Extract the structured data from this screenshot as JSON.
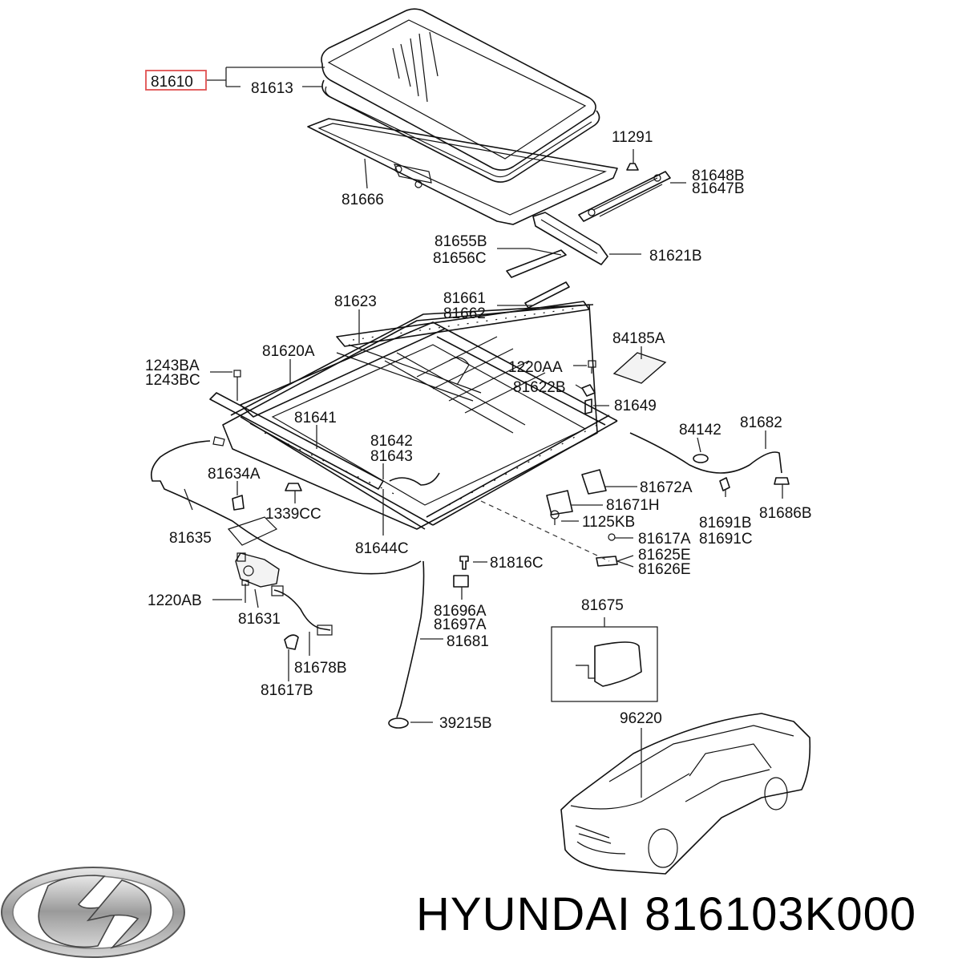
{
  "diagram": {
    "highlighted_part": "81610",
    "labels": [
      {
        "id": "81610",
        "text": "81610"
      },
      {
        "id": "81613",
        "text": "81613"
      },
      {
        "id": "11291",
        "text": "11291"
      },
      {
        "id": "81648B",
        "text": "81648B"
      },
      {
        "id": "81647B",
        "text": "81647B"
      },
      {
        "id": "81666",
        "text": "81666"
      },
      {
        "id": "81655B",
        "text": "81655B"
      },
      {
        "id": "81656C",
        "text": "81656C"
      },
      {
        "id": "81621B",
        "text": "81621B"
      },
      {
        "id": "81623",
        "text": "81623"
      },
      {
        "id": "81661",
        "text": "81661"
      },
      {
        "id": "81662",
        "text": "81662"
      },
      {
        "id": "84185A",
        "text": "84185A"
      },
      {
        "id": "81620A",
        "text": "81620A"
      },
      {
        "id": "1243BA",
        "text": "1243BA"
      },
      {
        "id": "1243BC",
        "text": "1243BC"
      },
      {
        "id": "1220AA",
        "text": "1220AA"
      },
      {
        "id": "81622B",
        "text": "81622B"
      },
      {
        "id": "81649",
        "text": "81649"
      },
      {
        "id": "81641",
        "text": "81641"
      },
      {
        "id": "84142",
        "text": "84142"
      },
      {
        "id": "81682",
        "text": "81682"
      },
      {
        "id": "81642",
        "text": "81642"
      },
      {
        "id": "81643",
        "text": "81643"
      },
      {
        "id": "81634A",
        "text": "81634A"
      },
      {
        "id": "81672A",
        "text": "81672A"
      },
      {
        "id": "1339CC",
        "text": "1339CC"
      },
      {
        "id": "81671H",
        "text": "81671H"
      },
      {
        "id": "81691B",
        "text": "81691B"
      },
      {
        "id": "81686B",
        "text": "81686B"
      },
      {
        "id": "81635",
        "text": "81635"
      },
      {
        "id": "1125KB",
        "text": "1125KB"
      },
      {
        "id": "81644C",
        "text": "81644C"
      },
      {
        "id": "81617A",
        "text": "81617A"
      },
      {
        "id": "81691C",
        "text": "81691C"
      },
      {
        "id": "81625E",
        "text": "81625E"
      },
      {
        "id": "81816C",
        "text": "81816C"
      },
      {
        "id": "81626E",
        "text": "81626E"
      },
      {
        "id": "1220AB",
        "text": "1220AB"
      },
      {
        "id": "81696A",
        "text": "81696A"
      },
      {
        "id": "81697A",
        "text": "81697A"
      },
      {
        "id": "81675",
        "text": "81675"
      },
      {
        "id": "81631",
        "text": "81631"
      },
      {
        "id": "81681",
        "text": "81681"
      },
      {
        "id": "81678B",
        "text": "81678B"
      },
      {
        "id": "81617B",
        "text": "81617B"
      },
      {
        "id": "96220",
        "text": "96220"
      },
      {
        "id": "39215B",
        "text": "39215B"
      }
    ]
  },
  "footer": {
    "brand_logo": "hyundai-logo",
    "caption": "HYUNDAI 816103K000"
  },
  "colors": {
    "highlight": "#e05050",
    "ink": "#111111",
    "background": "#ffffff"
  }
}
